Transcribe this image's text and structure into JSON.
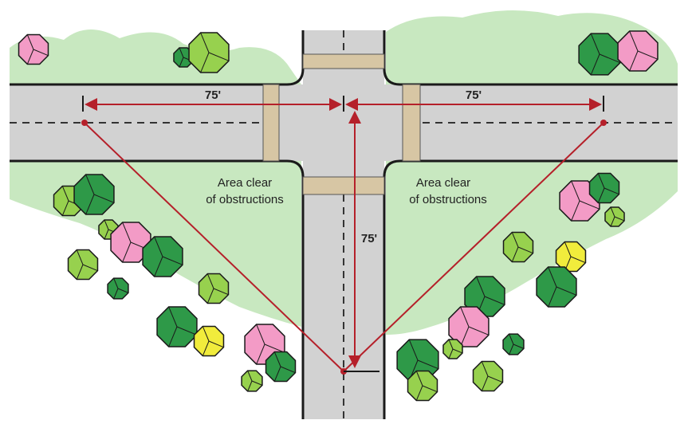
{
  "zones": {
    "left": {
      "line1": "Area clear",
      "line2": "of obstructions"
    },
    "right": {
      "line1": "Area clear",
      "line2": "of obstructions"
    }
  },
  "dimensions": {
    "left": "75'",
    "right": "75'",
    "down": "75'"
  },
  "colors": {
    "grass": "#c8e8c0",
    "road": "#d2d2d2",
    "crosswalk": "#d7c6a4",
    "sight_line": "#b5202a",
    "tree_dark_green": "#2e9948",
    "tree_light_green": "#97d14e",
    "tree_pink": "#f39bc6",
    "tree_yellow": "#f1ec3c",
    "outline": "#1a1a1a"
  },
  "tree_groups": {
    "top_left": [
      {
        "color": "tree_pink"
      },
      {
        "color": "tree_dark_green"
      },
      {
        "color": "tree_light_green"
      }
    ],
    "top_right": [
      {
        "color": "tree_dark_green"
      },
      {
        "color": "tree_pink"
      }
    ],
    "bottom_left": [
      {
        "color": "tree_light_green"
      },
      {
        "color": "tree_dark_green"
      },
      {
        "color": "tree_light_green"
      },
      {
        "color": "tree_pink"
      },
      {
        "color": "tree_dark_green"
      },
      {
        "color": "tree_light_green"
      },
      {
        "color": "tree_dark_green"
      },
      {
        "color": "tree_light_green"
      },
      {
        "color": "tree_dark_green"
      },
      {
        "color": "tree_yellow"
      },
      {
        "color": "tree_pink"
      },
      {
        "color": "tree_dark_green"
      },
      {
        "color": "tree_light_green"
      }
    ],
    "bottom_right": [
      {
        "color": "tree_pink"
      },
      {
        "color": "tree_dark_green"
      },
      {
        "color": "tree_light_green"
      },
      {
        "color": "tree_light_green"
      },
      {
        "color": "tree_yellow"
      },
      {
        "color": "tree_dark_green"
      },
      {
        "color": "tree_dark_green"
      },
      {
        "color": "tree_pink"
      },
      {
        "color": "tree_light_green"
      },
      {
        "color": "tree_dark_green"
      },
      {
        "color": "tree_dark_green"
      },
      {
        "color": "tree_light_green"
      },
      {
        "color": "tree_light_green"
      }
    ]
  }
}
